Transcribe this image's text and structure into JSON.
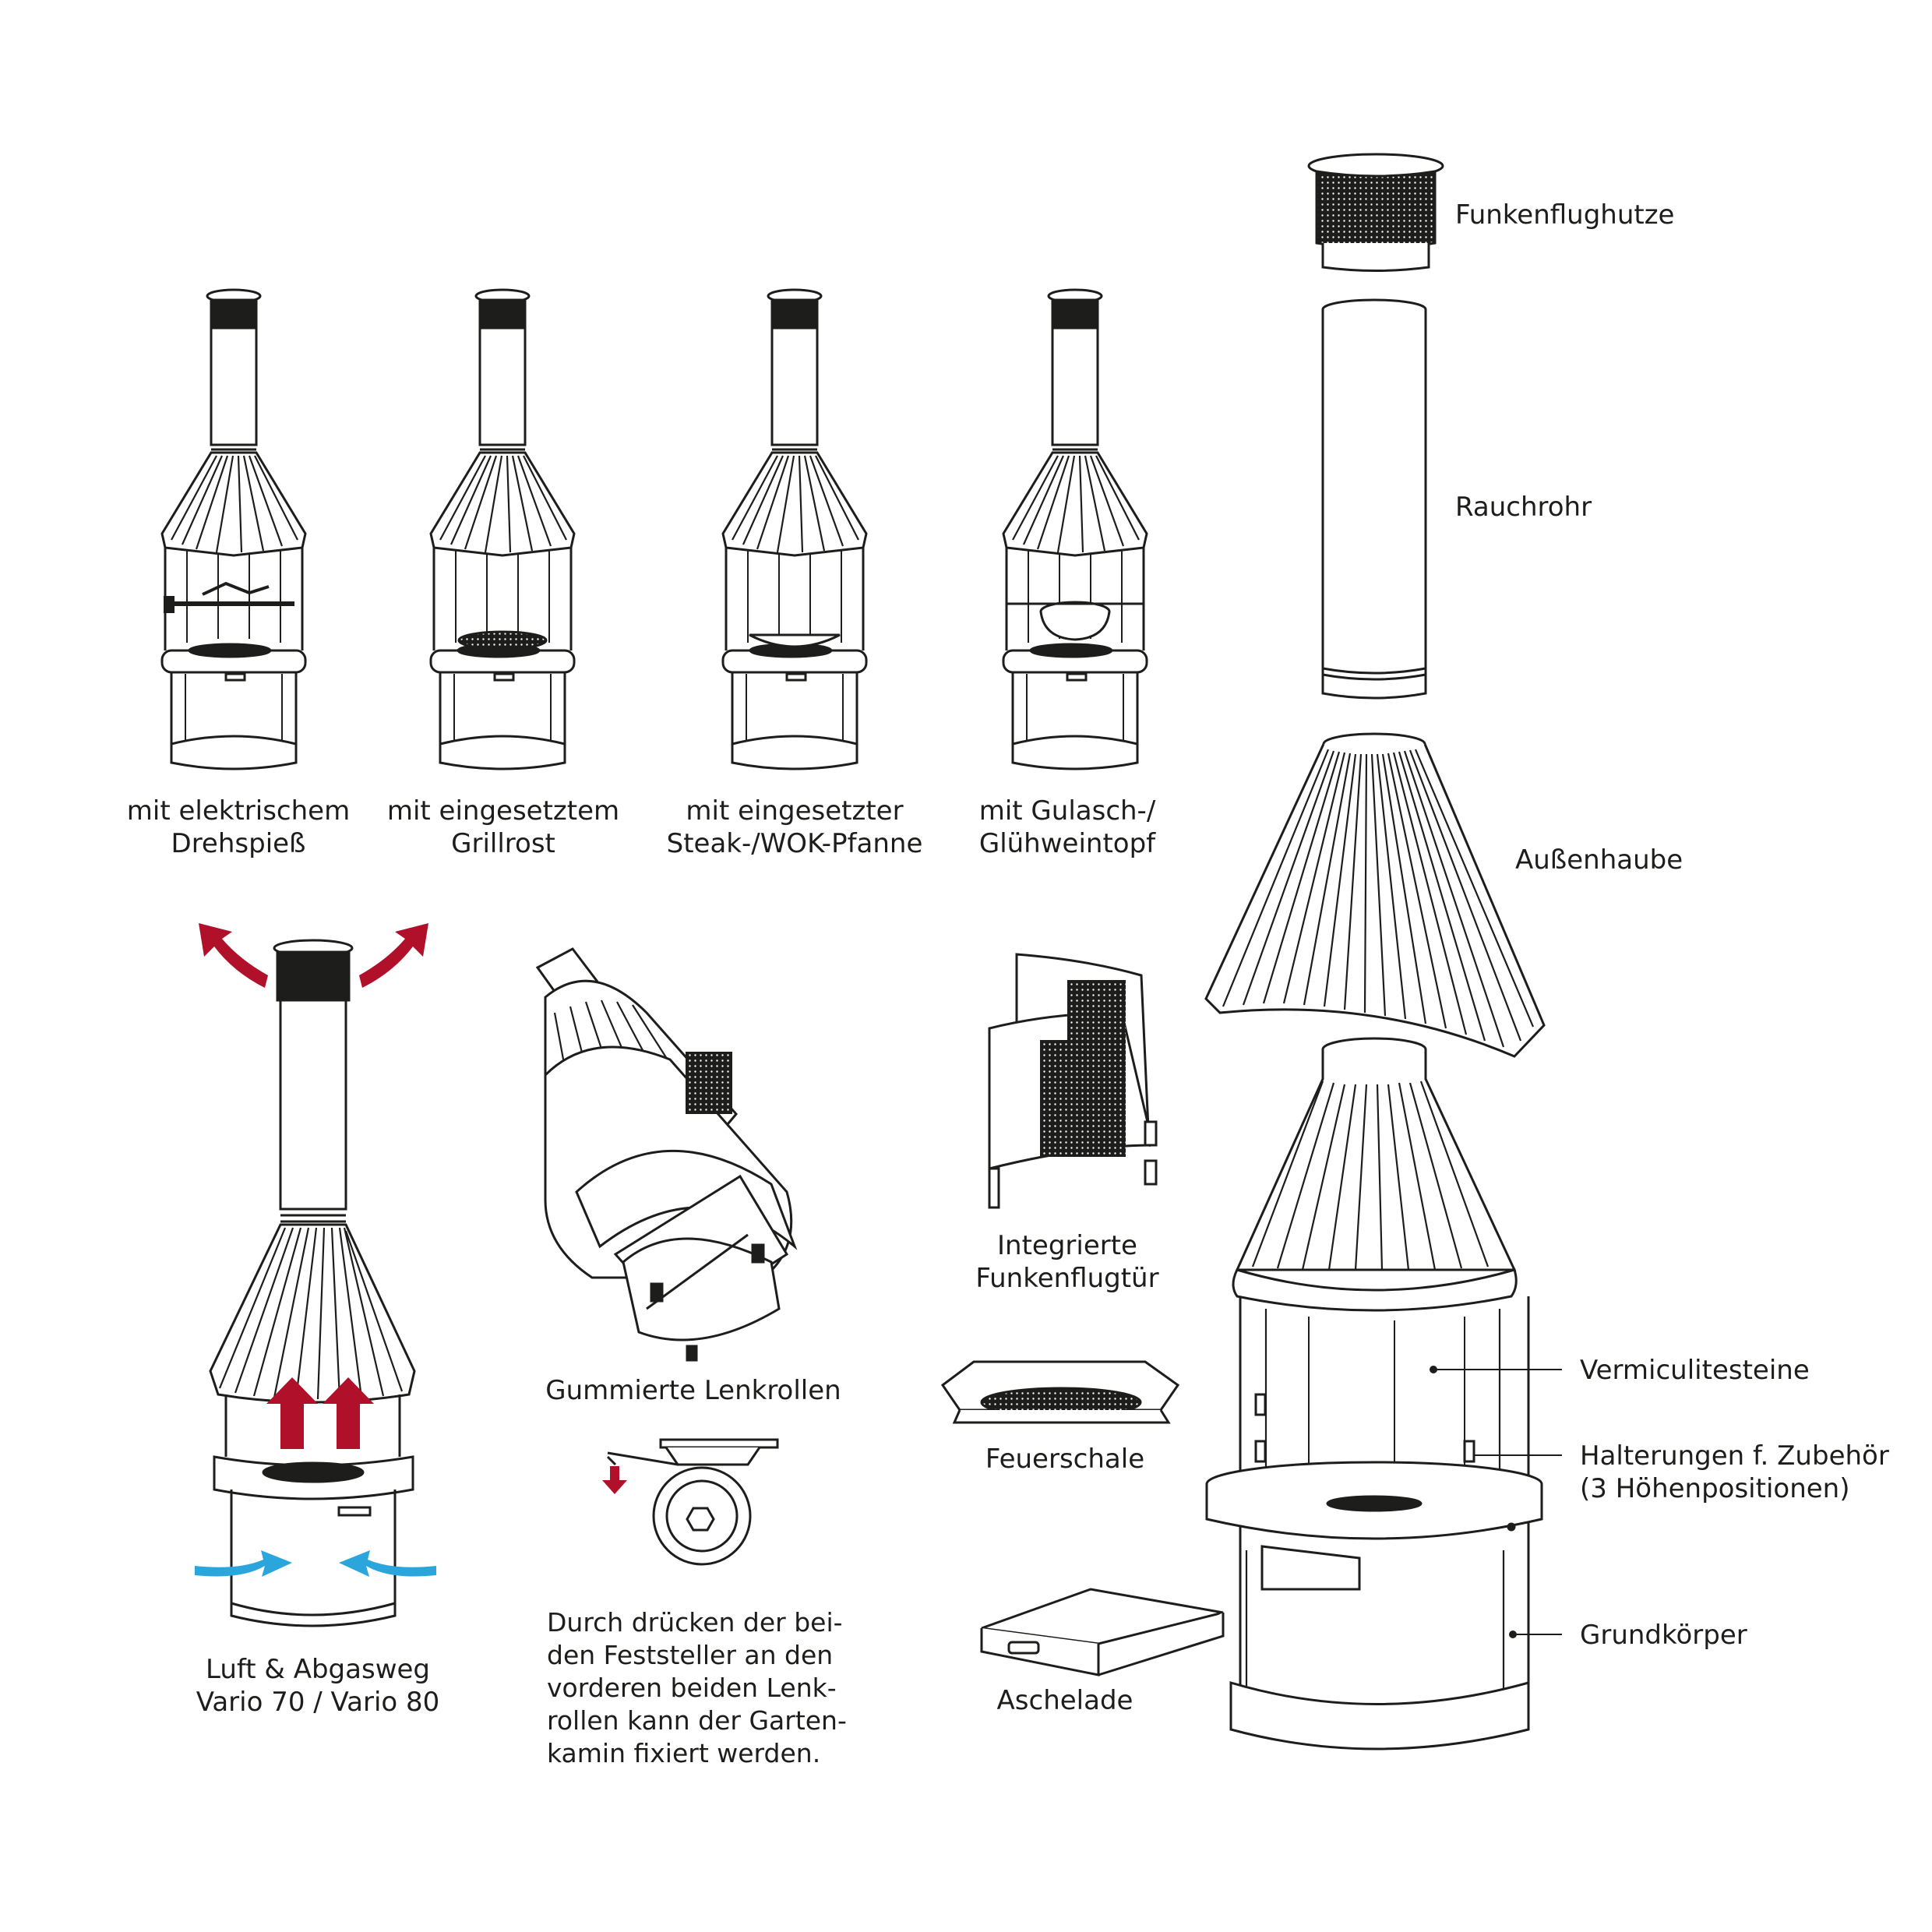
{
  "colors": {
    "line": "#1d1d1b",
    "exhaust_arrow": "#b0102a",
    "air_arrow": "#2aa6dc",
    "background": "#ffffff"
  },
  "variants": [
    {
      "line1": "mit elektrischem",
      "line2": "Drehspieß",
      "icon": "rotisserie-fireplace-icon"
    },
    {
      "line1": "mit eingesetztem",
      "line2": "Grillrost",
      "icon": "grill-grate-fireplace-icon"
    },
    {
      "line1": "mit eingesetzter",
      "line2": "Steak-/WOK-Pfanne",
      "icon": "wok-pan-fireplace-icon"
    },
    {
      "line1": "mit Gulasch-/",
      "line2": "Glühweintopf",
      "icon": "goulash-pot-fireplace-icon"
    }
  ],
  "airflow": {
    "line1": "Luft & Abgasweg",
    "line2": "Vario 70 / Vario 80"
  },
  "casters": {
    "label": "Gummierte Lenkrollen",
    "description": [
      "Durch drücken der bei-",
      "den Feststeller an den",
      "vorderen beiden Lenk-",
      "rollen kann der Garten-",
      "kamin fixiert werden."
    ]
  },
  "accessories": {
    "door": {
      "line1": "Integrierte",
      "line2": "Funkenflugtür"
    },
    "bowl": "Feuerschale",
    "drawer": "Aschelade"
  },
  "exploded_parts": {
    "spark_cap": "Funkenflughutze",
    "flue_pipe": "Rauchrohr",
    "outer_hood": "Außenhaube",
    "vermiculite": "Vermiculitesteine",
    "holders_line1": "Halterungen f. Zubehör",
    "holders_line2": "(3 Höhenpositionen)",
    "base_body": "Grundkörper"
  }
}
